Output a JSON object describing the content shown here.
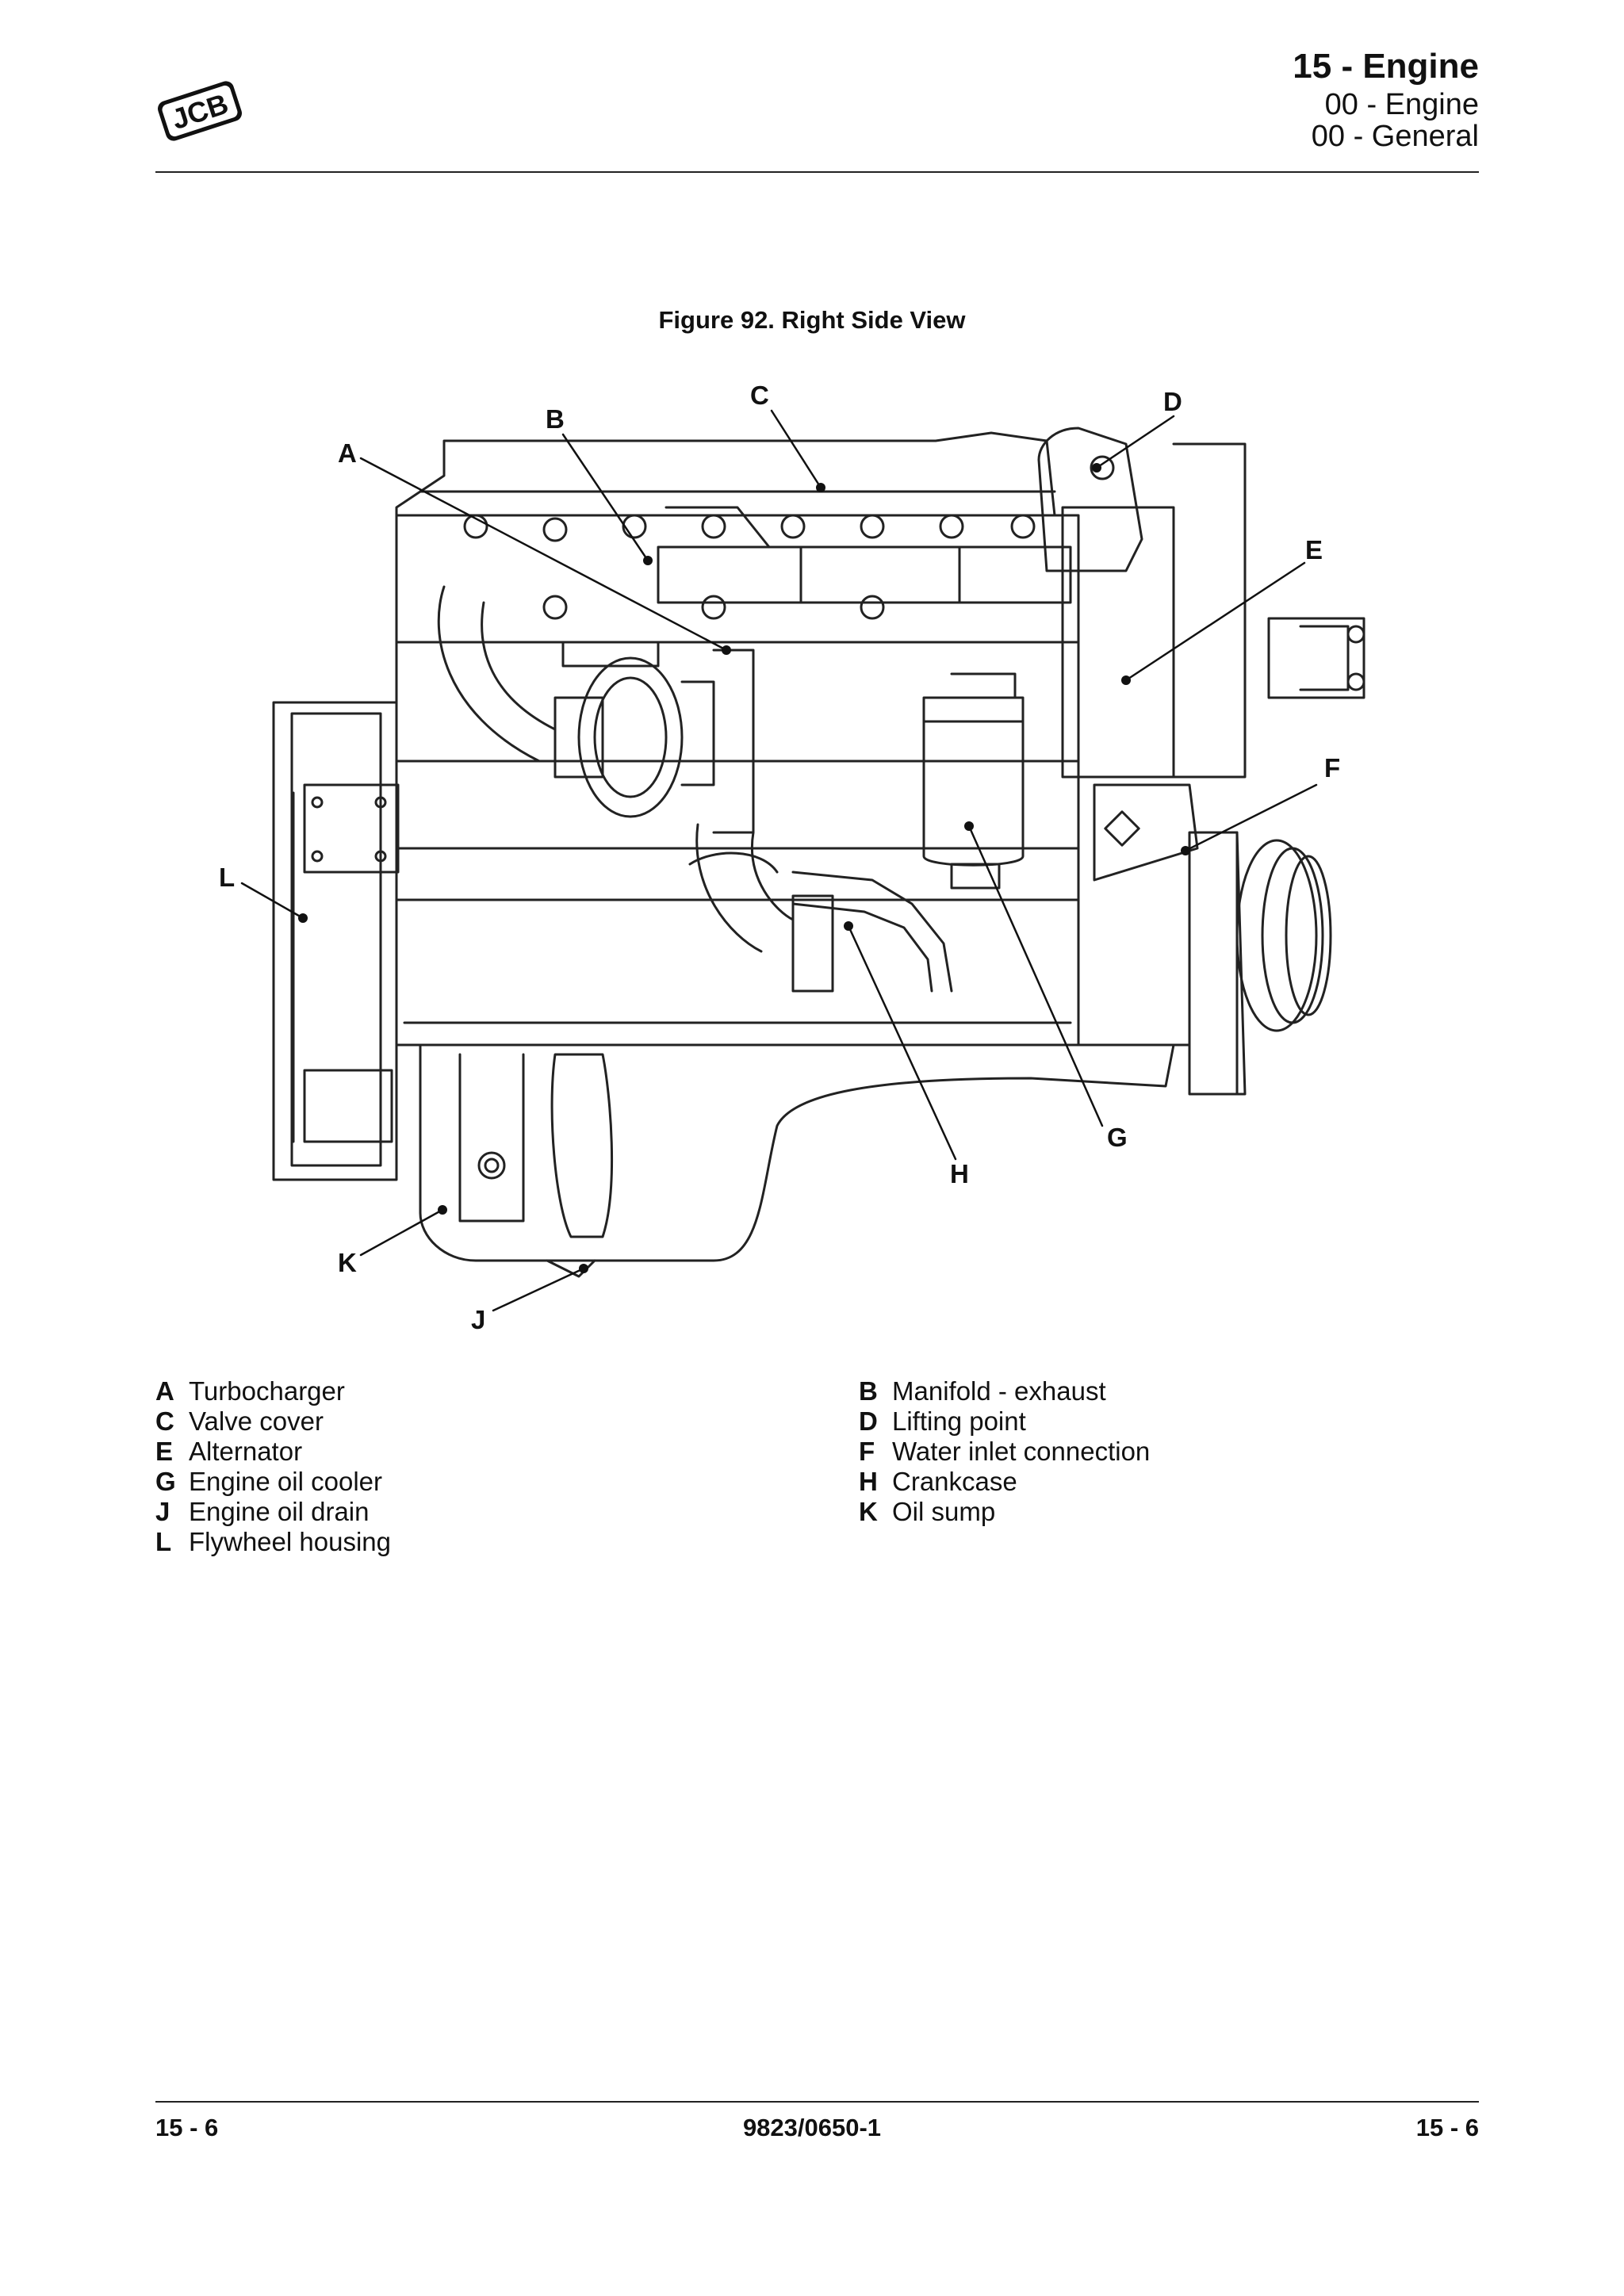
{
  "header": {
    "logo_text": "JCB",
    "section": "15 - Engine",
    "subsection": "00 - Engine",
    "subsubsection": "00 - General"
  },
  "figure": {
    "title": "Figure 92. Right Side View",
    "callouts": [
      "A",
      "B",
      "C",
      "D",
      "E",
      "F",
      "G",
      "H",
      "J",
      "K",
      "L"
    ]
  },
  "legend": {
    "left": [
      {
        "key": "A",
        "label": "Turbocharger"
      },
      {
        "key": "C",
        "label": "Valve cover"
      },
      {
        "key": "E",
        "label": "Alternator"
      },
      {
        "key": "G",
        "label": "Engine oil cooler"
      },
      {
        "key": "J",
        "label": "Engine oil drain"
      },
      {
        "key": "L",
        "label": "Flywheel housing"
      }
    ],
    "right": [
      {
        "key": "B",
        "label": "Manifold - exhaust"
      },
      {
        "key": "D",
        "label": "Lifting point"
      },
      {
        "key": "F",
        "label": "Water inlet connection"
      },
      {
        "key": "H",
        "label": "Crankcase"
      },
      {
        "key": "K",
        "label": "Oil sump"
      }
    ]
  },
  "footer": {
    "left": "15 - 6",
    "center": "9823/0650-1",
    "right": "15 - 6"
  }
}
